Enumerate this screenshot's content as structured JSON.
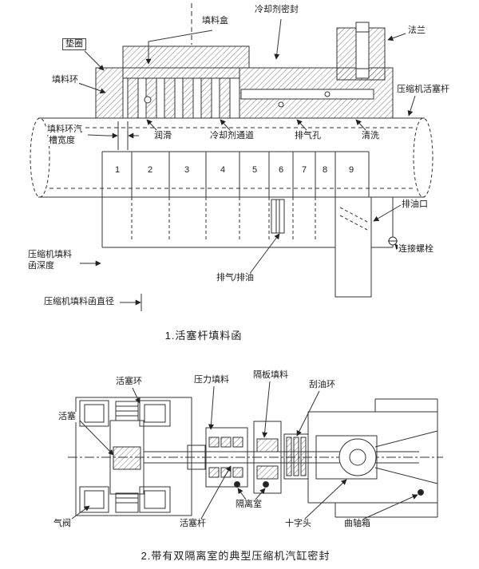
{
  "page": {
    "ink": "#333333",
    "background": "#ffffff"
  },
  "figure1": {
    "caption": "1.活塞杆填料函",
    "labels": {
      "packing_box": "填料盒",
      "coolant_seal": "冷却剂密封",
      "flange": "法兰",
      "washer": "垫圈",
      "packing_ring": "填料环",
      "compressor_piston_rod": "压缩机活塞杆",
      "groove_width_line1": "填料环汽",
      "groove_width_line2": "槽宽度",
      "lubrication": "润滑",
      "coolant_channel": "冷却剂通道",
      "vent_hole": "排气孔",
      "purge": "清洗",
      "oil_drain_port": "排油口",
      "connecting_bolt": "连接螺栓",
      "packing_depth_line1": "压缩机填料",
      "packing_depth_line2": "函深度",
      "vent_drain": "排气/排油",
      "packing_diameter": "压缩机填料函直径"
    },
    "compartments": [
      "1",
      "2",
      "3",
      "4",
      "5",
      "6",
      "7",
      "8",
      "9"
    ]
  },
  "figure2": {
    "caption": "2.带有双隔离室的典型压缩机汽缸密封",
    "labels": {
      "piston_ring": "活塞环",
      "pressure_packing": "压力填料",
      "partition_packing": "隔板填料",
      "oil_scraper_ring": "刮油环",
      "piston": "活塞",
      "gas_valve": "气阀",
      "piston_rod": "活塞杆",
      "isolation_chamber": "隔离室",
      "crosshead": "十字头",
      "crankcase": "曲轴箱"
    }
  }
}
